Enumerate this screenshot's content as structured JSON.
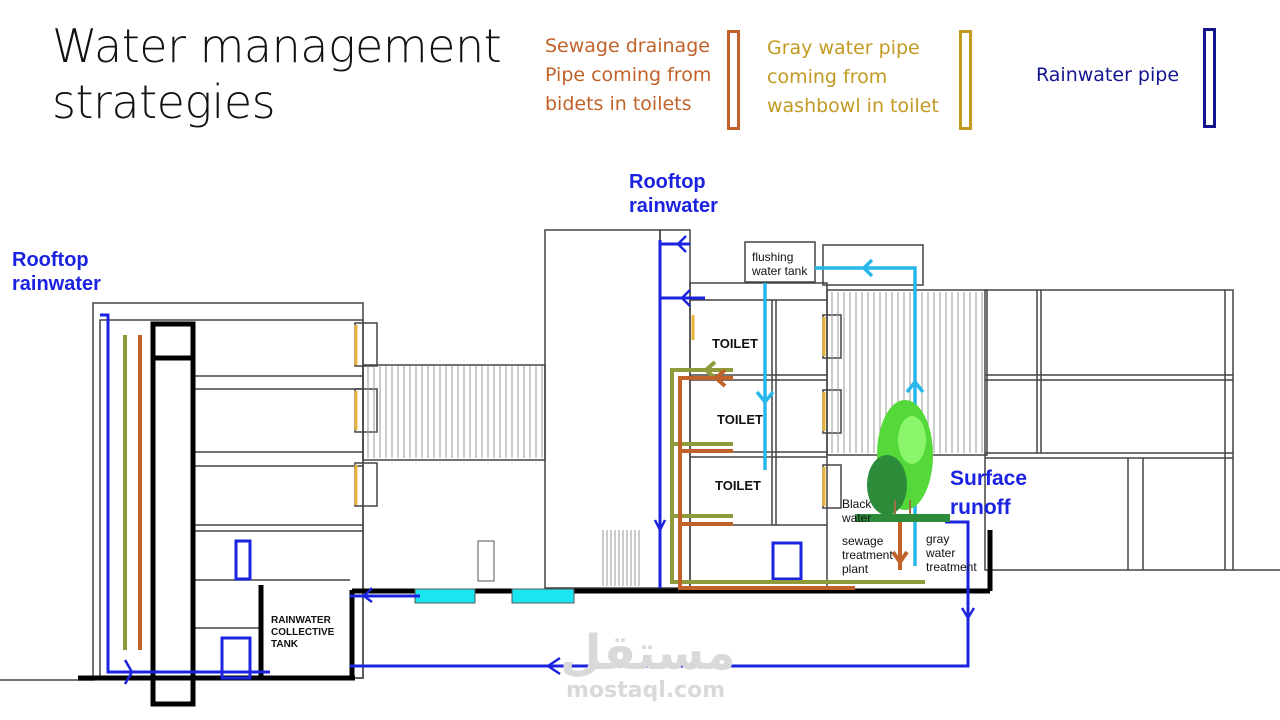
{
  "title": [
    "Water management",
    "strategies"
  ],
  "legend": [
    {
      "lines": [
        "Sewage drainage",
        "Pipe coming from",
        "bidets in toilets"
      ],
      "color": "#c0622a"
    },
    {
      "lines": [
        "Gray water pipe",
        "coming from",
        "washbowl in toilet"
      ],
      "color": "#c29a22"
    },
    {
      "lines": [
        "Rainwater pipe"
      ],
      "color": "#13158f"
    }
  ],
  "labels": {
    "rooftop_left": [
      "Rooftop",
      "rainwater"
    ],
    "rooftop_center": [
      "Rooftop",
      "rainwater"
    ],
    "surface_runoff": [
      "Surface",
      "runoff"
    ],
    "flushing_tank": [
      "flushing",
      "water tank"
    ],
    "toilets": [
      "TOILET",
      "TOILET",
      "TOILET"
    ],
    "black_water": [
      "Black",
      "water"
    ],
    "sewage_plant": [
      "sewage",
      "treatment",
      "plant"
    ],
    "gray_treatment": [
      "gray",
      "water",
      "treatment"
    ],
    "rainwater_tank": [
      "RAINWATER",
      "COLLECTIVE",
      "TANK"
    ]
  },
  "watermark": {
    "arabic": "مستقل",
    "latin": "mostaql.com"
  },
  "colors": {
    "rainwater": "#1b23e0",
    "flush": "#29b6ec",
    "sewage": "#c0622a",
    "gray": "#8f9a3a",
    "pool": "#19e6f0"
  }
}
